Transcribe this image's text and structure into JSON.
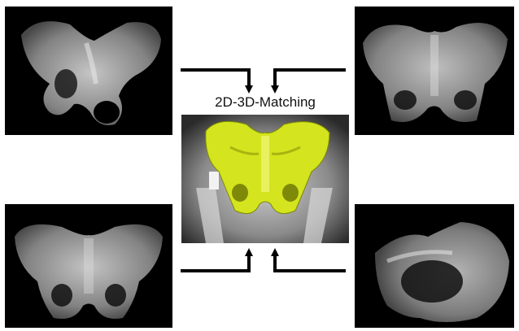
{
  "diagram": {
    "title": "2D-3D-Matching",
    "colors": {
      "background": "#ffffff",
      "panel_background": "#000000",
      "bone_overlay": "#d4e41e",
      "arrow": "#000000"
    },
    "panels": [
      {
        "id": "top-left",
        "icon": "pelvis-xray-oblique-left"
      },
      {
        "id": "top-right",
        "icon": "pelvis-xray-inlet"
      },
      {
        "id": "bottom-left",
        "icon": "pelvis-xray-ap"
      },
      {
        "id": "bottom-right",
        "icon": "pelvis-xray-lateral"
      },
      {
        "id": "center",
        "icon": "pelvis-3d-model-overlay"
      }
    ]
  }
}
